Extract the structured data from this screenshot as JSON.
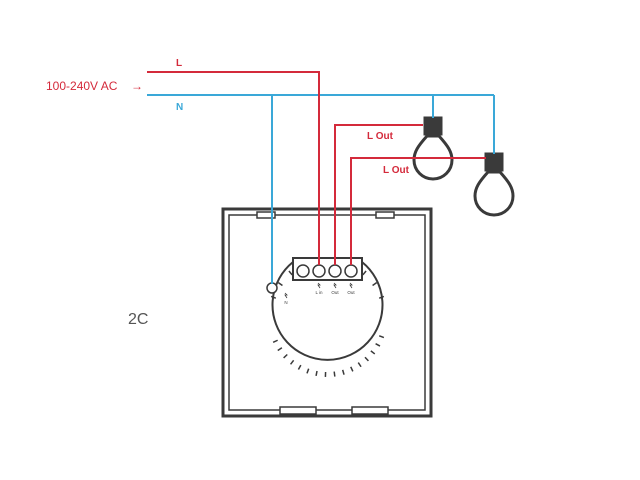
{
  "supply": {
    "voltage_label": "100-240V AC",
    "arrow": "→"
  },
  "wires": {
    "live_label": "L",
    "neutral_label": "N",
    "out1_label": "L Out",
    "out2_label": "L Out"
  },
  "terminals": {
    "neutral": "N",
    "line": "L in",
    "out1": "Out",
    "out2": "Out"
  },
  "model_label": "2C",
  "colors": {
    "live": "#d42a3b",
    "neutral": "#3aa8d8",
    "device": "#3a3a3a"
  }
}
